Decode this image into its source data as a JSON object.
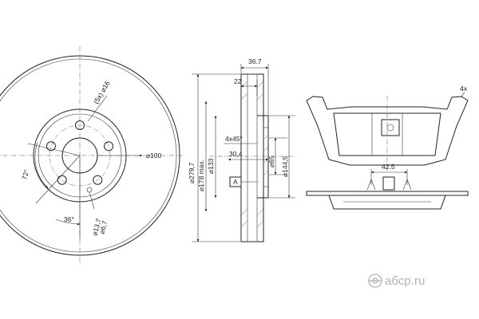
{
  "disc_front": {
    "dimensions": {
      "bolt_pattern": "(5x) ⌀16",
      "bore": "⌀100",
      "angle_72": "72°",
      "angle_36": "36°",
      "hole_13_7": "⌀13,7",
      "hole_6_7": "⌀6,7"
    }
  },
  "disc_section": {
    "dimensions": {
      "width_total": "36.7",
      "width_hat": "22",
      "dia_outer": "⌀279,7",
      "dia_178": "⌀178 max.",
      "dia_133": "⌀133",
      "chamfer": "4x45°",
      "depth_30_4": "30,4",
      "dia_65": "⌀65",
      "dia_144_5": "⌀144,5",
      "datum": "A"
    }
  },
  "brake_pad": {
    "dimensions": {
      "quantity": "4x",
      "pin_spacing": "42.5"
    }
  },
  "watermark": {
    "text": "aбcp.ru"
  },
  "colors": {
    "line": "#222222",
    "watermark": "#b3b3b3",
    "background": "#ffffff"
  }
}
